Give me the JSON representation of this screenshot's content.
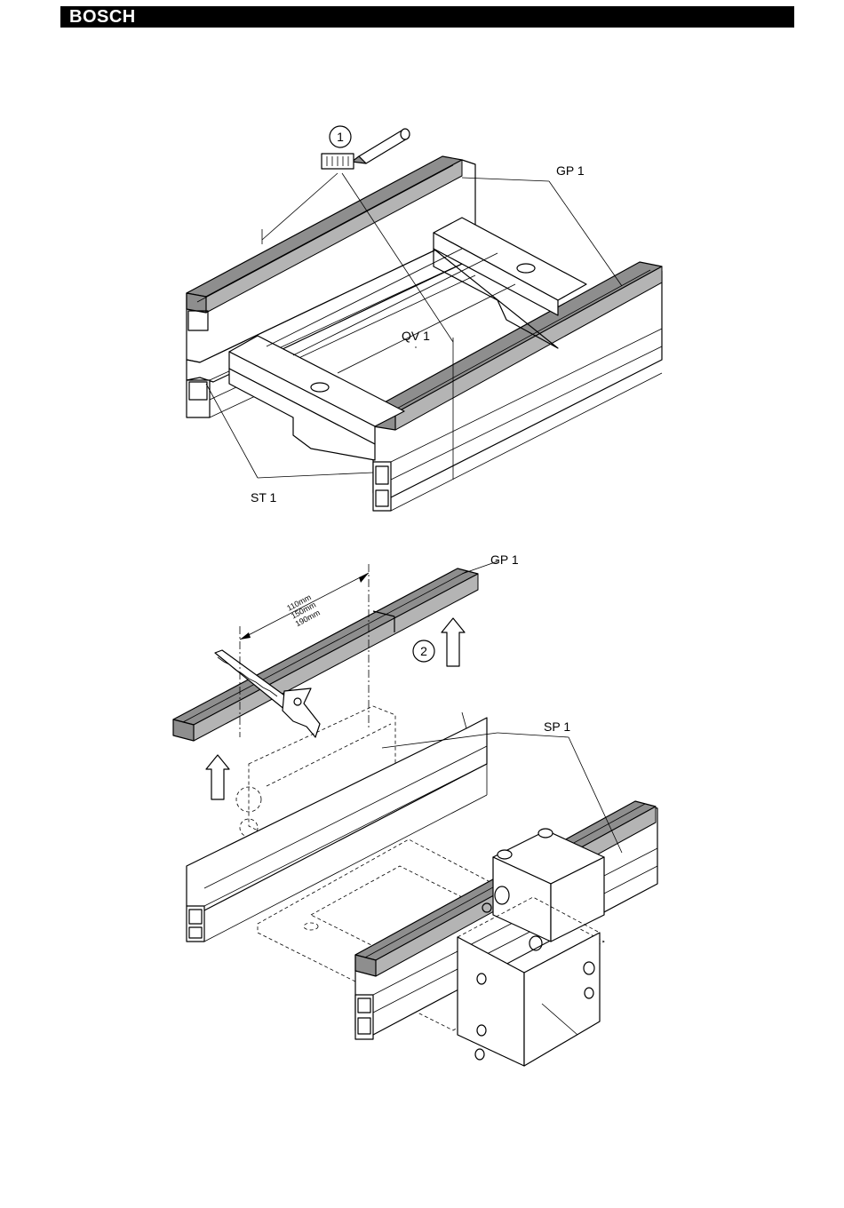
{
  "header": {
    "brand": "BOSCH"
  },
  "figure1": {
    "step_number": "1",
    "labels": {
      "gp": "GP 1",
      "qv": "QV 1",
      "st": "ST 1"
    }
  },
  "figure2": {
    "step_number": "2",
    "labels": {
      "gp": "GP 1",
      "sp": "SP 1"
    },
    "dimensions": [
      "110mm",
      "150mm",
      "190mm"
    ]
  },
  "colors": {
    "rail_fill": "#8e8e8e",
    "rail_light": "#b4b4b4",
    "header": "#000000"
  }
}
